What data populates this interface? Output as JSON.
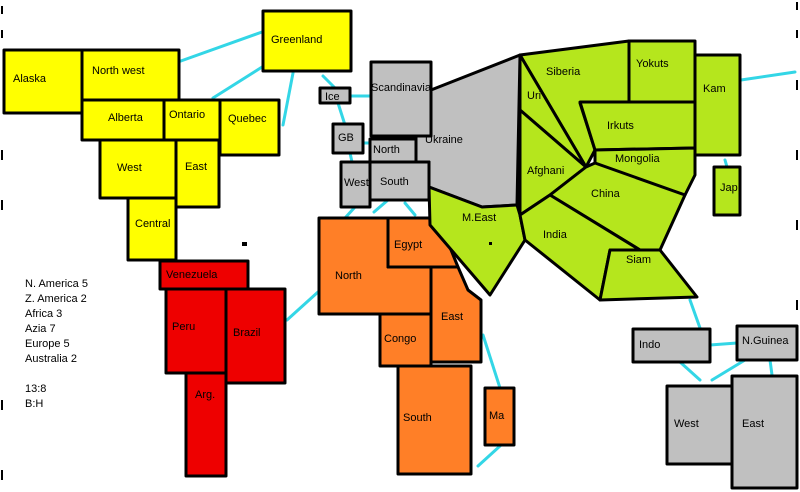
{
  "colors": {
    "north_america": "#ffff00",
    "south_america": "#ee0000",
    "europe": "#c0c0c0",
    "africa": "#ff7f27",
    "asia": "#b5e61d",
    "australia": "#c0c0c0",
    "connector": "#33d6e6"
  },
  "territories": {
    "alaska": "Alaska",
    "north_west": "North west",
    "greenland": "Greenland",
    "alberta": "Alberta",
    "ontario": "Ontario",
    "quebec": "Quebec",
    "west_us": "West",
    "east_us": "East",
    "central": "Central",
    "venezuela": "Venezuela",
    "peru": "Peru",
    "brazil": "Brazil",
    "argentina": "Arg.",
    "iceland": "Ice",
    "scandinavia": "Scandinavia",
    "ukraine": "Ukraine",
    "great_britain": "GB",
    "north_europe": "North",
    "west_europe": "West",
    "south_europe": "South",
    "north_africa": "North",
    "egypt": "Egypt",
    "east_africa": "East",
    "congo": "Congo",
    "south_africa": "South",
    "madagascar": "Ma",
    "siberia": "Siberia",
    "ural": "Uri",
    "yakutsk": "Yokuts",
    "kamchatka": "Kam",
    "irkutsk": "Irkuts",
    "afghanistan": "Afghani",
    "mongolia": "Mongolia",
    "china": "China",
    "japan": "Jap",
    "middle_east": "M.East",
    "india": "India",
    "siam": "Siam",
    "indonesia": "Indo",
    "new_guinea": "N.Guinea",
    "west_australia": "West",
    "east_australia": "East"
  },
  "legend": {
    "na": "N. America 5",
    "sa": "Z. America 2",
    "af": "Africa 3",
    "as": "Azia 7",
    "eu": "Europe 5",
    "au": "Australia 2",
    "ratio": "13:8",
    "bh": "B:H"
  }
}
